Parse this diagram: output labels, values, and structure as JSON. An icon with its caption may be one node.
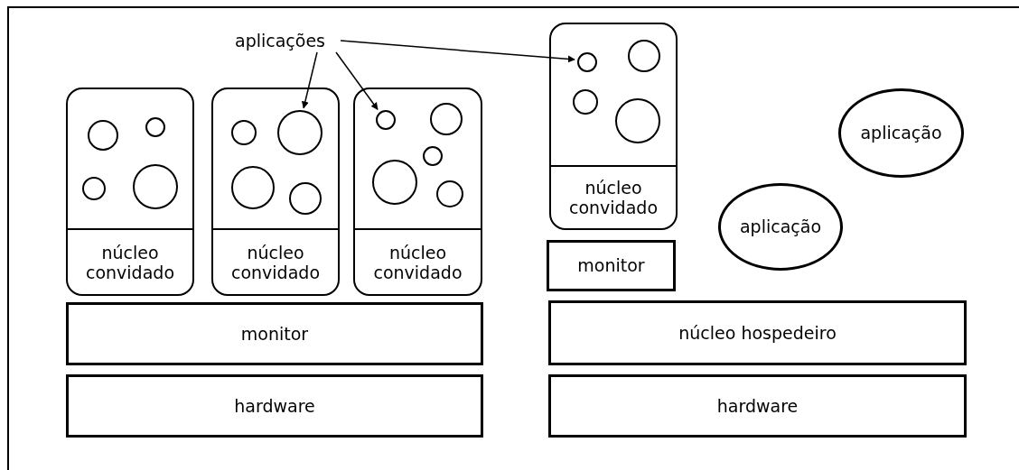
{
  "diagram": {
    "nodes": [
      {
        "text": [
          "aplicações"
        ]
      },
      {
        "text": [
          "núcleo convidado"
        ]
      },
      {
        "text": [],
        "shape": "circle",
        "in": 1
      },
      {
        "text": [],
        "shape": "circle",
        "in": 1
      },
      {
        "text": [],
        "shape": "circle",
        "in": 1
      },
      {
        "text": [],
        "shape": "circle",
        "in": 1
      },
      {
        "text": [
          "núcleo convidado"
        ]
      },
      {
        "text": [],
        "shape": "circle",
        "in": 6
      },
      {
        "text": [],
        "shape": "circle",
        "in": 6
      },
      {
        "text": [],
        "shape": "circle",
        "in": 6
      },
      {
        "text": [],
        "shape": "circle",
        "in": 6
      },
      {
        "text": [
          "núcleo convidado"
        ]
      },
      {
        "text": [],
        "shape": "circle",
        "in": 11
      },
      {
        "text": [],
        "shape": "circle",
        "in": 11
      },
      {
        "text": [],
        "shape": "circle",
        "in": 11
      },
      {
        "text": [],
        "shape": "circle",
        "in": 11
      },
      {
        "text": [],
        "shape": "circle",
        "in": 11
      },
      {
        "text": [
          "núcleo convidado"
        ]
      },
      {
        "text": [],
        "shape": "circle",
        "in": 17
      },
      {
        "text": [],
        "shape": "circle",
        "in": 17
      },
      {
        "text": [],
        "shape": "circle",
        "in": 17
      },
      {
        "text": [],
        "shape": "circle",
        "in": 17
      },
      {
        "text": [
          "monitor"
        ]
      },
      {
        "text": [
          "aplicação"
        ]
      },
      {
        "text": [
          "aplicação"
        ]
      },
      {
        "text": [
          "monitor"
        ]
      },
      {
        "text": [
          "núcleo hospedeiro"
        ]
      },
      {
        "text": [
          "hardware"
        ]
      },
      {
        "text": [
          "hardware"
        ]
      }
    ],
    "edges": [
      {
        "from": 0,
        "to": 8,
        "arrow": "to"
      },
      {
        "from": 0,
        "to": 12,
        "arrow": "to"
      },
      {
        "from": 0,
        "to": 18,
        "arrow": "to"
      }
    ]
  }
}
